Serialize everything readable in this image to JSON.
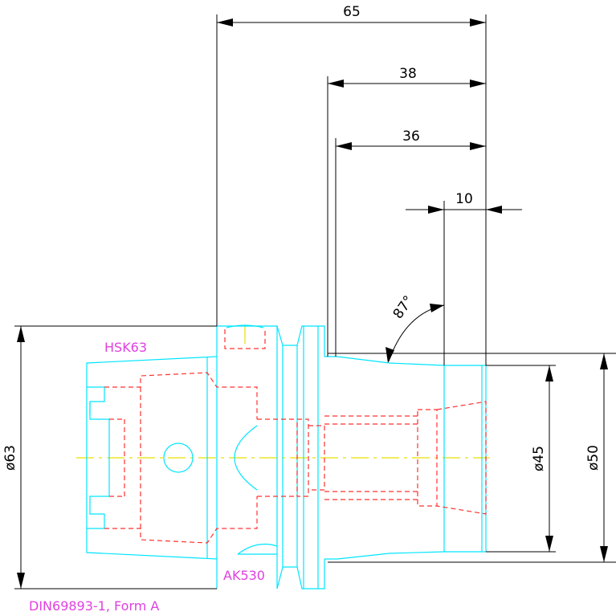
{
  "dimensions": {
    "length_65": "65",
    "length_38": "38",
    "length_36": "36",
    "length_10": "10",
    "angle_87": "87°",
    "diameter_63": "ø63",
    "diameter_45": "ø45",
    "diameter_50": "ø50"
  },
  "labels": {
    "interface": "HSK63",
    "product_code": "AK530",
    "standard": "DIN69893-1, Form A"
  },
  "colors": {
    "outline": "#00e5ff",
    "hidden": "#ff3030",
    "centerline": "#e6e000",
    "dimension": "#000000",
    "label": "#e040e0"
  }
}
